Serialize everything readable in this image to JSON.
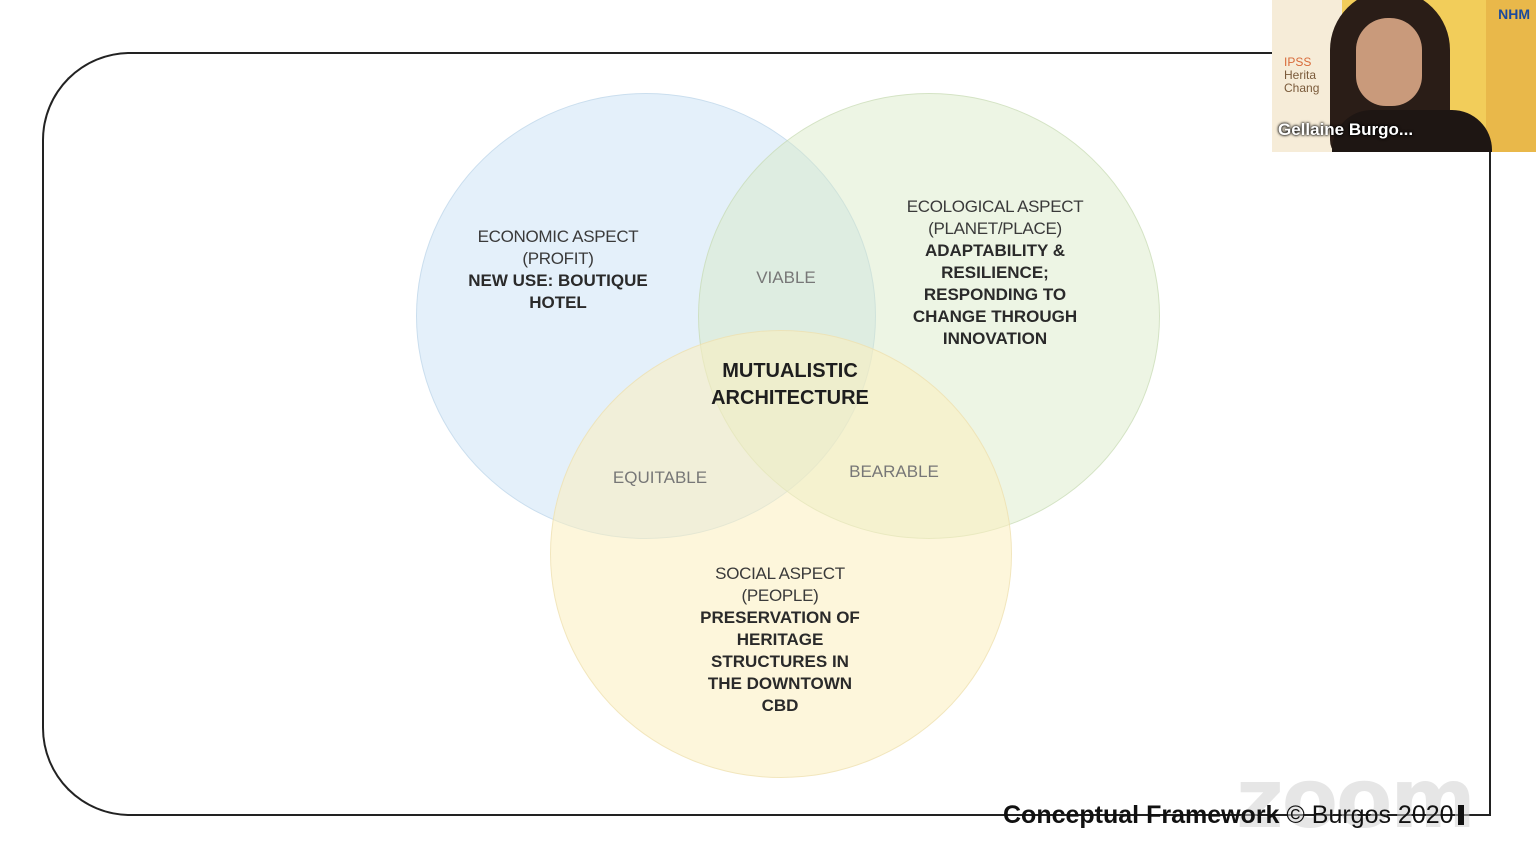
{
  "diagram": {
    "economic": {
      "aspect_line1": "ECONOMIC  ASPECT",
      "aspect_line2": "(PROFIT)",
      "focus_line1": "NEW USE: BOUTIQUE",
      "focus_line2": "HOTEL"
    },
    "ecological": {
      "aspect_line1": "ECOLOGICAL ASPECT",
      "aspect_line2": "(PLANET/PLACE)",
      "focus_line1": "ADAPTABILITY &",
      "focus_line2": "RESILIENCE;",
      "focus_line3": "RESPONDING TO",
      "focus_line4": "CHANGE THROUGH",
      "focus_line5": "INNOVATION"
    },
    "social": {
      "aspect_line1": "SOCIAL ASPECT",
      "aspect_line2": "(PEOPLE)",
      "focus_line1": "PRESERVATION OF",
      "focus_line2": "HERITAGE",
      "focus_line3": "STRUCTURES IN",
      "focus_line4": "THE DOWNTOWN",
      "focus_line5": "CBD"
    },
    "overlaps": {
      "economic_ecological": "VIABLE",
      "economic_social": "EQUITABLE",
      "ecological_social": "BEARABLE"
    },
    "center_line1": "MUTUALISTIC",
    "center_line2": "ARCHITECTURE",
    "colors": {
      "economic": "#cfe4f5",
      "ecological": "#d8e8c6",
      "social": "#fcefc0"
    }
  },
  "footer": {
    "title": "Conceptual Framework",
    "credit": "© Burgos 2020"
  },
  "watermark": "zoom",
  "video_tile": {
    "participant_name": "Gellaine Burgo...",
    "logo_text": "NHM",
    "banner_line1": "IPSS",
    "banner_line2": "Herita",
    "banner_line3": "Chang"
  }
}
